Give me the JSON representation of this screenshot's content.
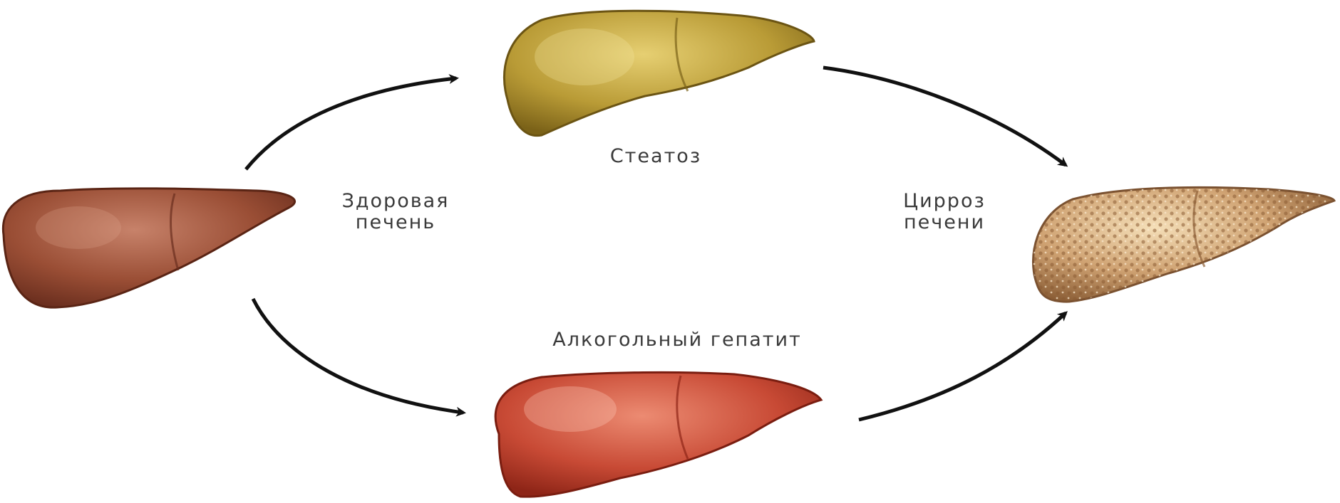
{
  "diagram": {
    "nodes": {
      "healthy": {
        "line1": "Здоровая",
        "line2": "печень",
        "color": "#9a4e35"
      },
      "steatosis": {
        "label": "Стеатоз",
        "color": "#b59a34"
      },
      "hepatitis": {
        "label": "Алкогольный гепатит",
        "color": "#c84a35"
      },
      "cirrhosis": {
        "line1": "Цирроз",
        "line2": "печени",
        "color": "#c7996a"
      }
    },
    "edges": [
      {
        "from": "healthy",
        "to": "steatosis"
      },
      {
        "from": "healthy",
        "to": "hepatitis"
      },
      {
        "from": "steatosis",
        "to": "cirrhosis"
      },
      {
        "from": "hepatitis",
        "to": "cirrhosis"
      }
    ],
    "arrow_color": "#111111",
    "text_color": "#3a3a3a"
  }
}
